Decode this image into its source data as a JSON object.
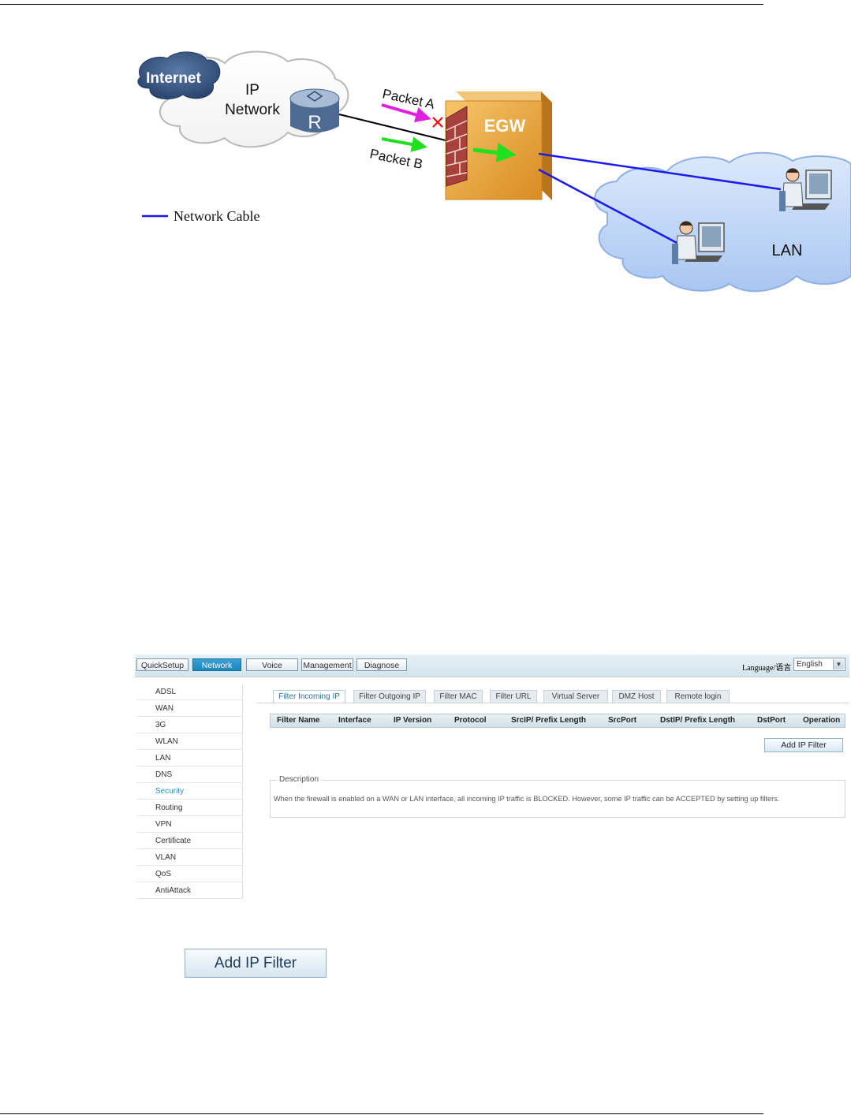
{
  "diagram": {
    "internet_label": "Internet",
    "ip_network_line1": "IP",
    "ip_network_line2": "Network",
    "router_letter": "R",
    "packet_a": "Packet A",
    "packet_b": "Packet B",
    "egw_label": "EGW",
    "lan_label": "LAN",
    "legend_label": "Network Cable",
    "colors": {
      "cable": "#1a1aee",
      "packet_a": "#e020e0",
      "packet_b": "#20e020",
      "blocked": "#ff0000",
      "egw": "#e8a33a"
    }
  },
  "ui": {
    "nav_tabs": [
      "QuickSetup",
      "Network",
      "Voice",
      "Management",
      "Diagnose"
    ],
    "active_nav": "Network",
    "language_label": "Language/语言",
    "language_value": "English",
    "sidebar": [
      "ADSL",
      "WAN",
      "3G",
      "WLAN",
      "LAN",
      "DNS",
      "Security",
      "Routing",
      "VPN",
      "Certificate",
      "VLAN",
      "QoS",
      "AntiAttack"
    ],
    "active_sidebar": "Security",
    "subtabs": [
      "Filter Incoming IP",
      "Filter Outgoing IP",
      "Filter MAC",
      "Filter URL",
      "Virtual Server",
      "DMZ Host",
      "Remote login"
    ],
    "active_subtab": "Filter Incoming IP",
    "columns": [
      "Filter Name",
      "Interface",
      "IP Version",
      "Protocol",
      "SrcIP/ Prefix Length",
      "SrcPort",
      "DstIP/ Prefix Length",
      "DstPort",
      "Operation"
    ],
    "add_button": "Add IP Filter",
    "description_title": "Description",
    "description_text": "When the firewall is enabled on a WAN or LAN interface, all incoming IP traffic is BLOCKED. However, some IP traffic can be ACCEPTED by setting up filters."
  },
  "standalone_button": "Add IP Filter"
}
